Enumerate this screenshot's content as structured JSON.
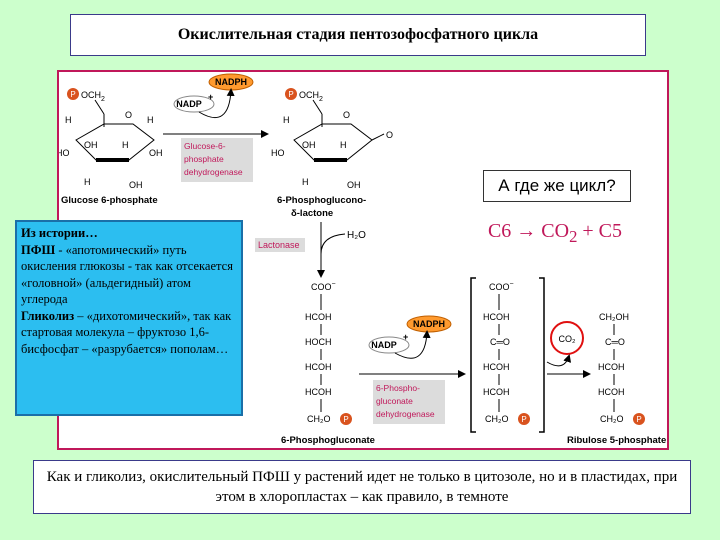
{
  "title": "Окислительная стадия пентозофосфатного цикла",
  "history": {
    "heading": "Из истории…",
    "pfsh_bold": "ПФШ",
    "pfsh_text": " - «апотомический» путь окисления глюкозы - так как отсекается «головной» (альдегидный) атом углерода",
    "glycolysis_bold": "Гликолиз",
    "glycolysis_text": " – «дихотомический», так как стартовая молекула – фруктозо 1,6-бисфосфат – «разрубается» пополам…"
  },
  "question": "А где же цикл?",
  "equation": {
    "c6": "C6 → CO",
    "sub": "2",
    "rest": " + C5"
  },
  "bottom_text": "Как и гликолиз, окислительный ПФШ у растений идет не только в цитозоле, но и в пластидах, при этом в хлоропластах – как правило, в темноте",
  "diagram": {
    "phosphate": "P",
    "och2": "OCH",
    "two": "2",
    "h": "H",
    "o": "O",
    "oh": "OH",
    "ho": "HO",
    "nadph": "NADPH",
    "nadp": "NADP",
    "plus": "+",
    "enzyme1": [
      "Glucose-6-",
      "phosphate",
      "dehydrogenase"
    ],
    "enzyme2": "Lactonase",
    "enzyme3": [
      "6-Phospho-",
      "gluconate",
      "dehydrogenase"
    ],
    "label_glucose6p": "Glucose 6-phosphate",
    "label_lactone": [
      "6-Phosphoglucono-",
      "δ-lactone"
    ],
    "label_6pg": "6-Phosphogluconate",
    "label_ru5p": "Ribulose 5-phosphate",
    "water": "H₂O",
    "coo": "COO",
    "hcoh": "HCOH",
    "hoch": "HOCH",
    "c_o": "C═O",
    "ch2o": "CH₂O",
    "ch2oh": "CH₂OH",
    "co2": "CO₂"
  },
  "colors": {
    "background": "#ccffcc",
    "accent": "#c0185a",
    "nadph_fill": "#ff9a2e",
    "phosphate_fill": "#d9531e",
    "enzyme_text": "#c0185a",
    "enzyme_box": "#dcdcdc",
    "history_fill": "#2cbef0"
  }
}
